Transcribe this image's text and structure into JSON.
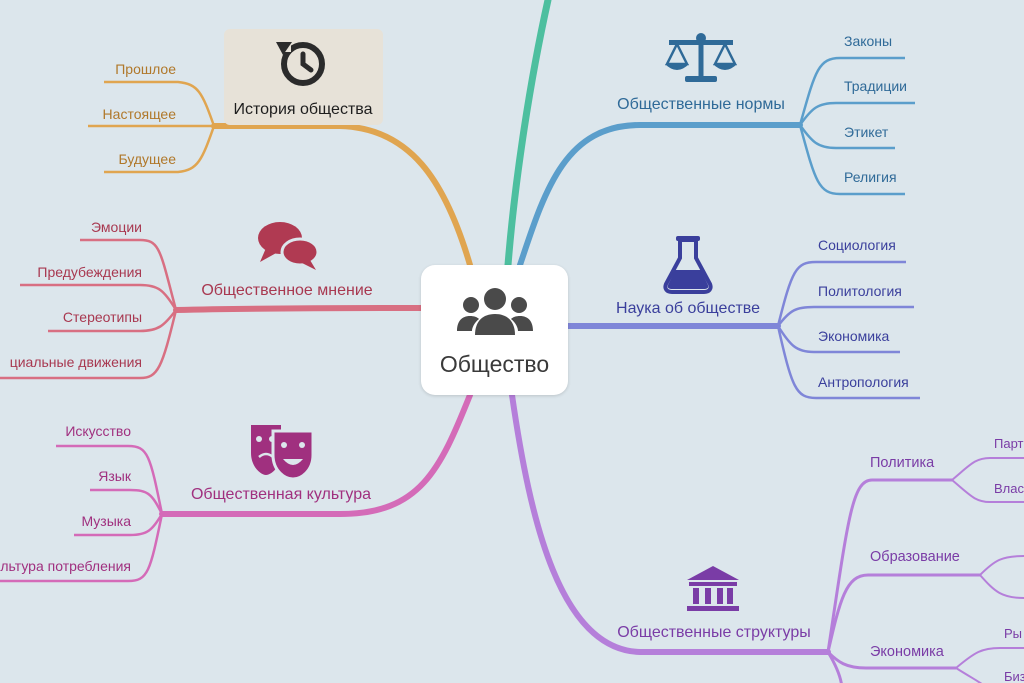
{
  "center": {
    "title": "Общество",
    "icon": "group-of-people-icon"
  },
  "branches": [
    {
      "id": "history",
      "title": "История общества",
      "icon": "history-clock-icon",
      "color": "#e0a550",
      "items": [
        "Прошлое",
        "Настоящее",
        "Будущее"
      ]
    },
    {
      "id": "opinion",
      "title": "Общественное мнение",
      "icon": "speech-bubbles-icon",
      "color": "#d86f82",
      "items": [
        "Эмоции",
        "Предубеждения",
        "Стереотипы",
        "циальные движения"
      ]
    },
    {
      "id": "culture",
      "title": "Общественная культура",
      "icon": "theater-masks-icon",
      "color": "#d46bb8",
      "items": [
        "Искусство",
        "Язык",
        "Музыка",
        "льтура потребления"
      ]
    },
    {
      "id": "norms",
      "title": "Общественные нормы",
      "icon": "scales-icon",
      "color": "#5b9ecb",
      "items": [
        "Законы",
        "Традиции",
        "Этикет",
        "Религия"
      ]
    },
    {
      "id": "science",
      "title": "Наука об обществе",
      "icon": "flask-icon",
      "color": "#7f86d8",
      "items": [
        "Социология",
        "Политология",
        "Экономика",
        "Антропология"
      ]
    },
    {
      "id": "structures",
      "title": "Общественные структуры",
      "icon": "institution-building-icon",
      "color": "#b57fda",
      "items": [
        {
          "label": "Политика",
          "children": [
            "Парт",
            "Влас"
          ]
        },
        {
          "label": "Образование",
          "children": []
        },
        {
          "label": "Экономика",
          "children": [
            "Ры",
            "Биз"
          ]
        }
      ]
    }
  ],
  "colors": {
    "background": "#dce6ec",
    "teal_branch": "#4dbf9f",
    "text_history": "#b0782a",
    "text_opinion": "#a83850",
    "text_culture": "#a0307f",
    "text_norms": "#2f6a98",
    "text_science": "#3a3f9c",
    "text_structures": "#7a3ca6"
  }
}
